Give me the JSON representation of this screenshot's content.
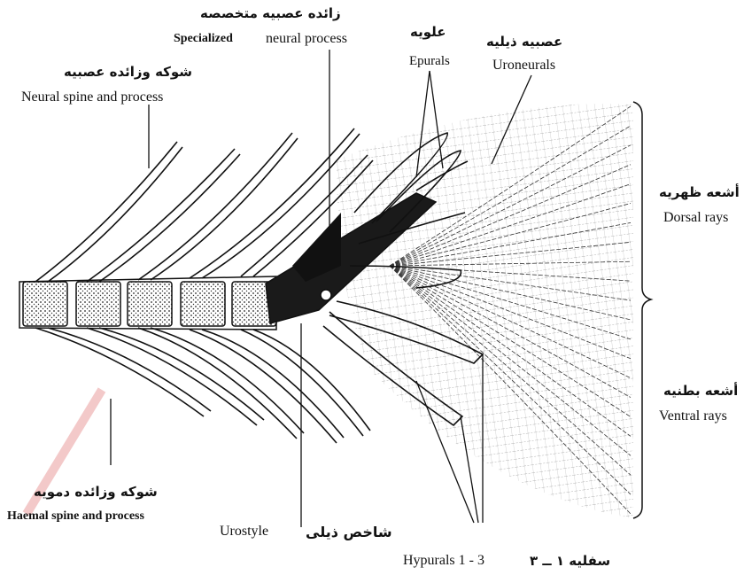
{
  "labels": {
    "specialized_neural_process": {
      "ar": "زائده عصبيه متخصصه",
      "en_a": "Specialized",
      "en_b": "neural process"
    },
    "epurals": {
      "ar": "علويه",
      "en": "Epurals"
    },
    "uroneurals": {
      "ar": "عصبيه ذيليه",
      "en": "Uroneurals"
    },
    "neural_spine": {
      "ar": "شوكه وزائده عصبيه",
      "en": "Neural spine and process"
    },
    "dorsal_rays": {
      "ar": "أشعه ظهريه",
      "en": "Dorsal rays"
    },
    "ventral_rays": {
      "ar": "أشعه بطنيه",
      "en": "Ventral rays"
    },
    "haemal_spine": {
      "ar": "شوكه وزائده دمويه",
      "en": "Haemal spine and process"
    },
    "urostyle": {
      "ar": "شاخص ذيلى",
      "en": "Urostyle"
    },
    "hypurals": {
      "ar": "سفليه ١ ــ ٣",
      "en": "Hypurals 1 - 3"
    }
  },
  "colors": {
    "ink": "#111111",
    "watermark": "#f3c9c9"
  }
}
